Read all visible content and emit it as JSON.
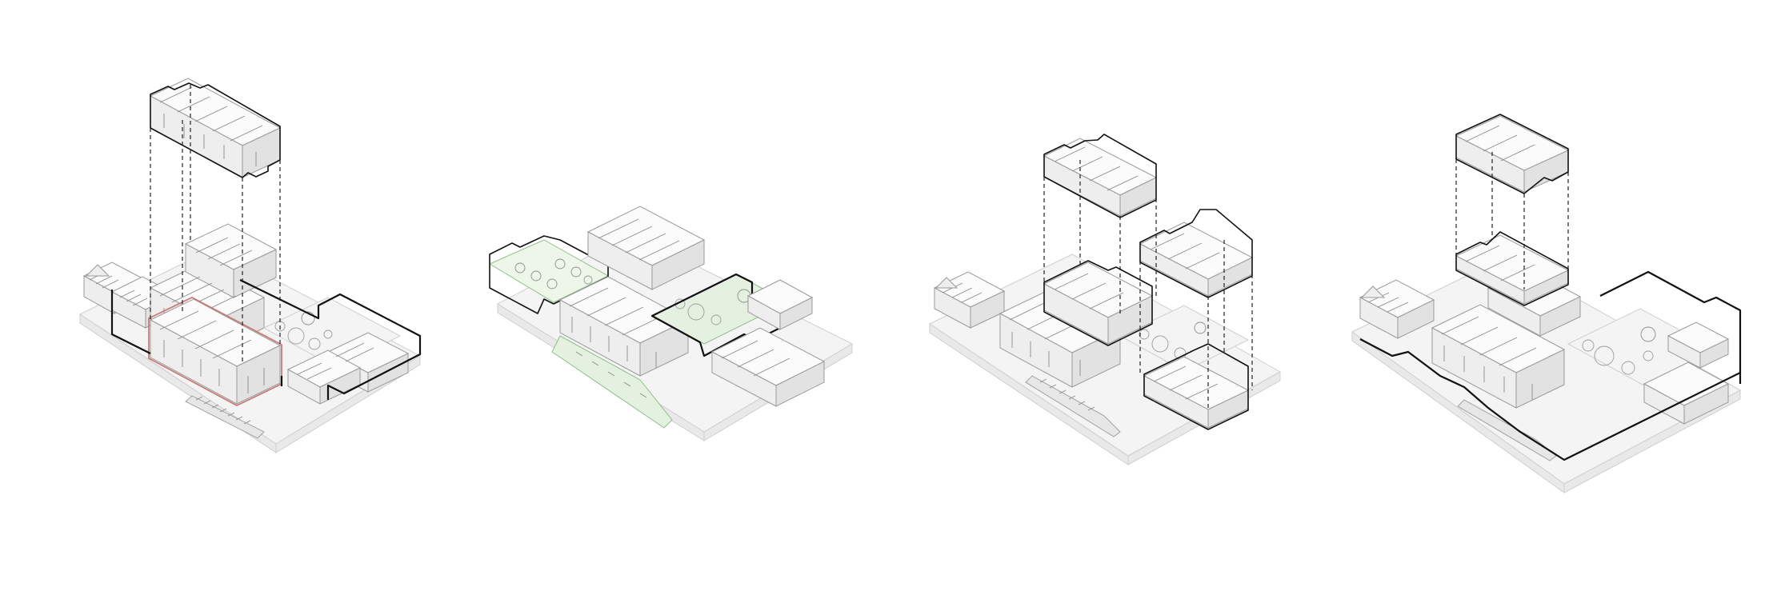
{
  "figure": {
    "panels": [
      {
        "id": "panel-1",
        "highlight": "red-outline",
        "floating_blocks": 1
      },
      {
        "id": "panel-2",
        "highlight": "green-tint",
        "floating_blocks": 0
      },
      {
        "id": "panel-3",
        "highlight": "none",
        "floating_blocks": 3
      },
      {
        "id": "panel-4",
        "highlight": "none",
        "floating_blocks": 2
      }
    ],
    "colors": {
      "background": "#ffffff",
      "outline": "#111111",
      "building_line": "#9a9a9a",
      "red_highlight": "#c97a7a",
      "green_highlight": "#8fbf8a",
      "green_fill": "#e4f0e0"
    }
  }
}
